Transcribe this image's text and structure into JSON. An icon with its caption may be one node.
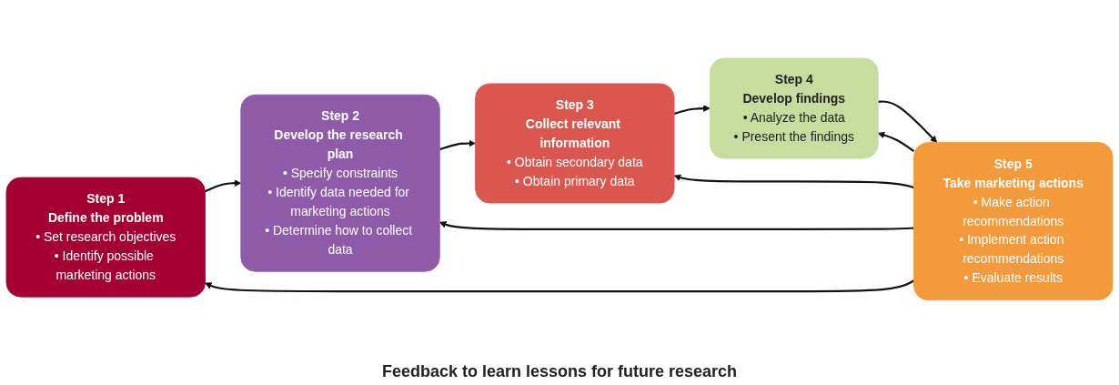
{
  "diagram": {
    "nodes": [
      {
        "text": [
          "Step 1",
          "Define the problem",
          "• Set research objectives",
          "• Identify possible marketing actions"
        ]
      },
      {
        "text": [
          "Step 2",
          "Develop the research plan",
          "• Specify constraints",
          "• Identify data needed for marketing actions",
          "• Determine how to collect data"
        ]
      },
      {
        "text": [
          "Step 3",
          "Collect relevant information",
          "• Obtain secondary data",
          "• Obtain primary data"
        ]
      },
      {
        "text": [
          "Step 4",
          "Develop findings",
          "• Analyze the data",
          "• Present the findings"
        ]
      },
      {
        "text": [
          "Step 5",
          "Take marketing actions",
          "• Make action recommendations",
          "• Implement action recommendations",
          "• Evaluate results"
        ]
      }
    ],
    "edges": [
      {
        "from": 0,
        "to": 1,
        "arrow": "to"
      },
      {
        "from": 1,
        "to": 2,
        "arrow": "to"
      },
      {
        "from": 2,
        "to": 3,
        "arrow": "to"
      },
      {
        "from": 3,
        "to": 4,
        "arrow": "to"
      },
      {
        "from": 4,
        "to": 0,
        "arrow": "to"
      },
      {
        "from": 4,
        "to": 1,
        "arrow": "to"
      },
      {
        "from": 4,
        "to": 2,
        "arrow": "to"
      },
      {
        "from": 4,
        "to": 3,
        "arrow": "to"
      }
    ],
    "labels": [
      "Feedback to learn lessons for future research"
    ]
  }
}
